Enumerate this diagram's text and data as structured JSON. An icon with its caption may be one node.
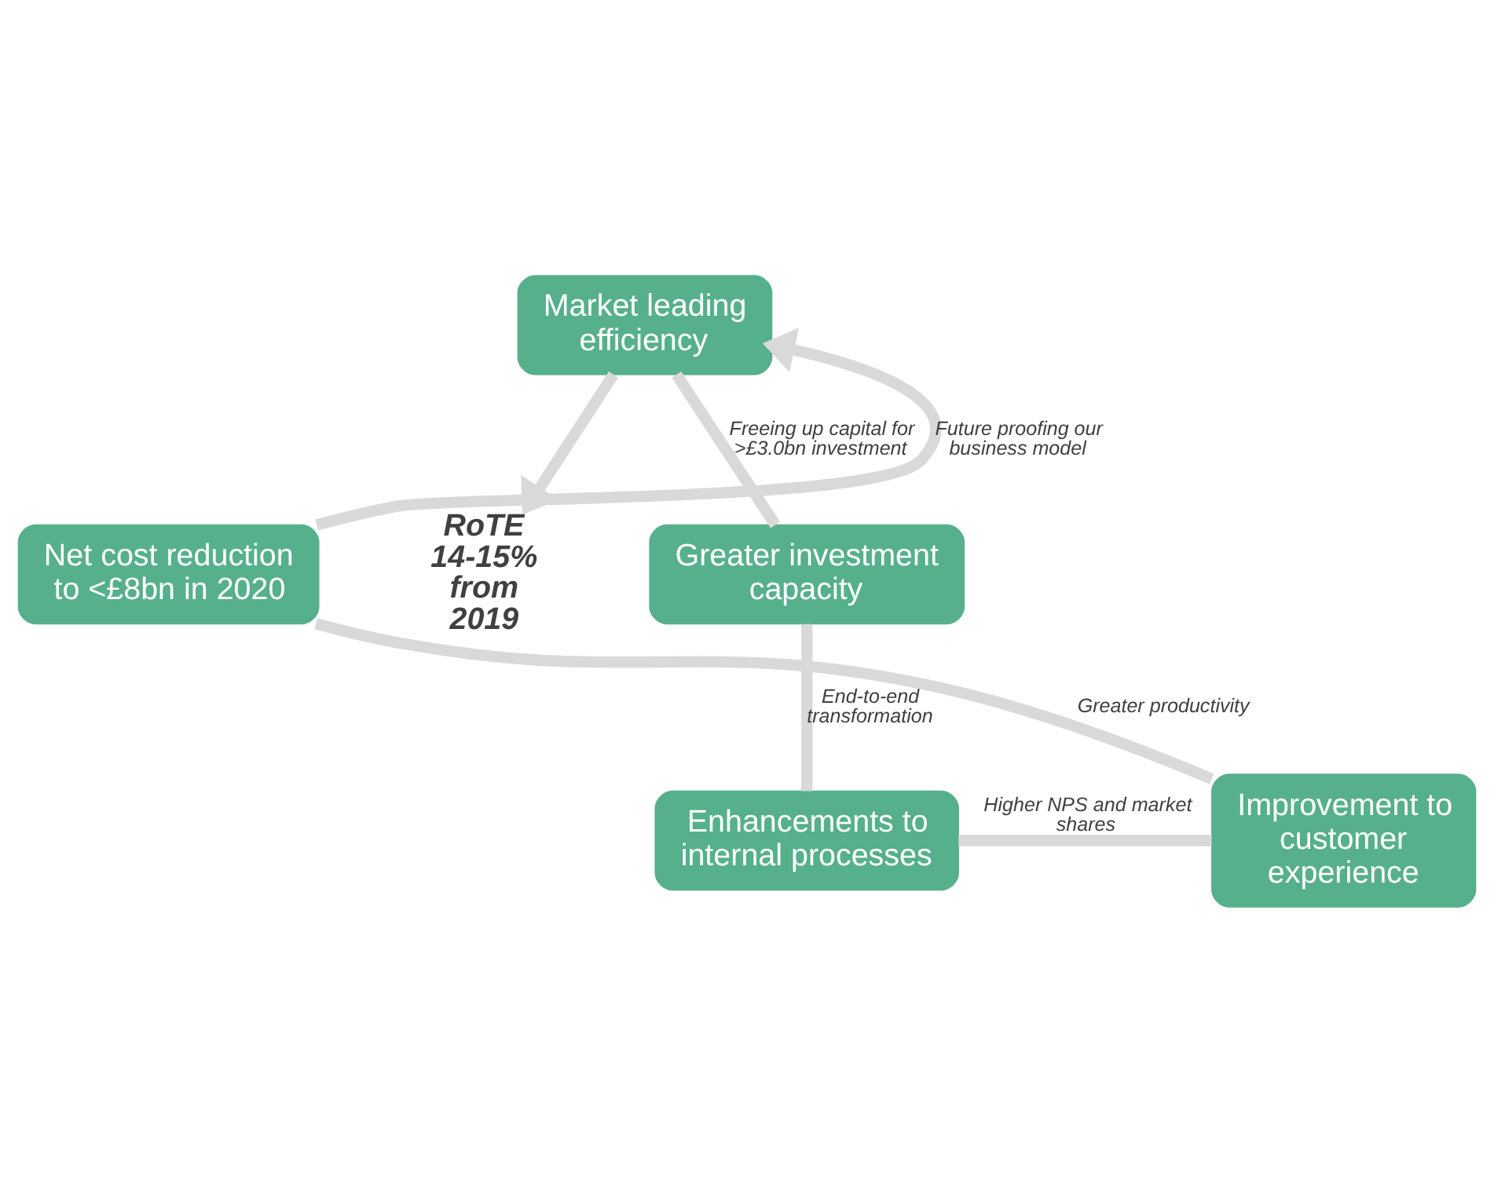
{
  "diagram": {
    "nodes": [
      {
        "text": [
          "Market leading efficiency"
        ]
      },
      {
        "text": [
          "Greater investment capacity"
        ]
      },
      {
        "text": [
          "Enhancements to internal processes"
        ]
      },
      {
        "text": [
          "Improvement to customer experience"
        ]
      },
      {
        "text": [
          "Net cost reduction to <£8bn in 2020"
        ]
      },
      {
        "text": [
          "RoTE 14-15% from 2019"
        ]
      }
    ],
    "edges": [
      {
        "from": 0,
        "to": 1,
        "arrow": "none",
        "label": "Freeing up capital for >£3.0bn investment"
      },
      {
        "from": 1,
        "to": 2,
        "arrow": "none",
        "label": "End-to-end transformation"
      },
      {
        "from": 2,
        "to": 3,
        "arrow": "none",
        "label": "Higher NPS and market shares"
      },
      {
        "from": 3,
        "to": 4,
        "arrow": "none",
        "label": "Greater productivity"
      },
      {
        "from": 4,
        "to": 0,
        "arrow": "to",
        "label": "Future proofing our business model"
      },
      {
        "from": 0,
        "to": 5,
        "arrow": "to"
      }
    ]
  }
}
